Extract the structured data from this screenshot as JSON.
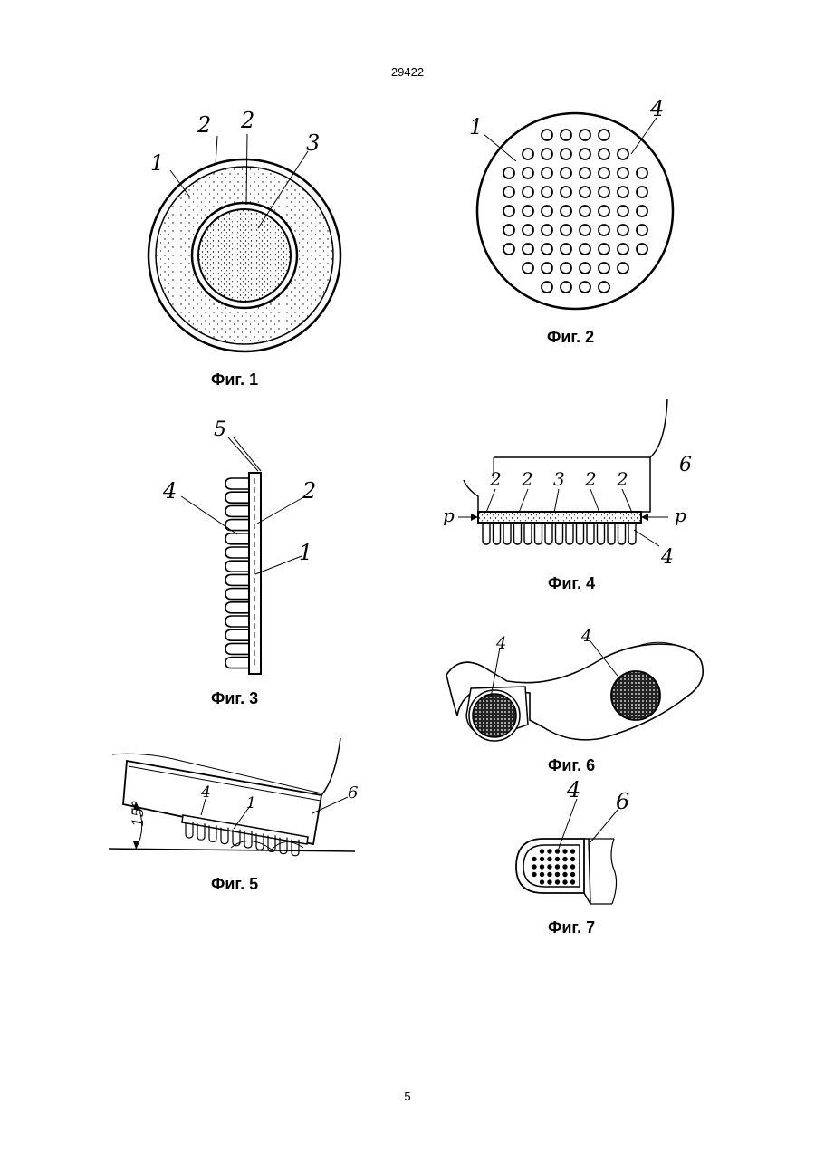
{
  "header": {
    "doc_number": "29422"
  },
  "footer": {
    "page_number": "5"
  },
  "figures": {
    "fig1": {
      "caption": "Фиг. 1",
      "labels": {
        "a": "2",
        "b": "2",
        "c": "1",
        "d": "3"
      }
    },
    "fig2": {
      "caption": "Фиг. 2",
      "labels": {
        "a": "1",
        "b": "4"
      }
    },
    "fig3": {
      "caption": "Фиг. 3",
      "labels": {
        "a": "5",
        "b": "4",
        "c": "2",
        "d": "1"
      }
    },
    "fig4": {
      "caption": "Фиг. 4",
      "labels": {
        "a": "2",
        "b": "2",
        "c": "3",
        "d": "2",
        "e": "2",
        "f": "6",
        "g": "p",
        "h": "p",
        "i": "4"
      }
    },
    "fig5": {
      "caption": "Фиг. 5",
      "labels": {
        "a": "4",
        "b": "1",
        "c": "6",
        "angle": "15°"
      }
    },
    "fig6": {
      "caption": "Фиг. 6",
      "labels": {
        "a": "4",
        "b": "4"
      }
    },
    "fig7": {
      "caption": "Фиг. 7",
      "labels": {
        "a": "4",
        "b": "6"
      }
    }
  }
}
